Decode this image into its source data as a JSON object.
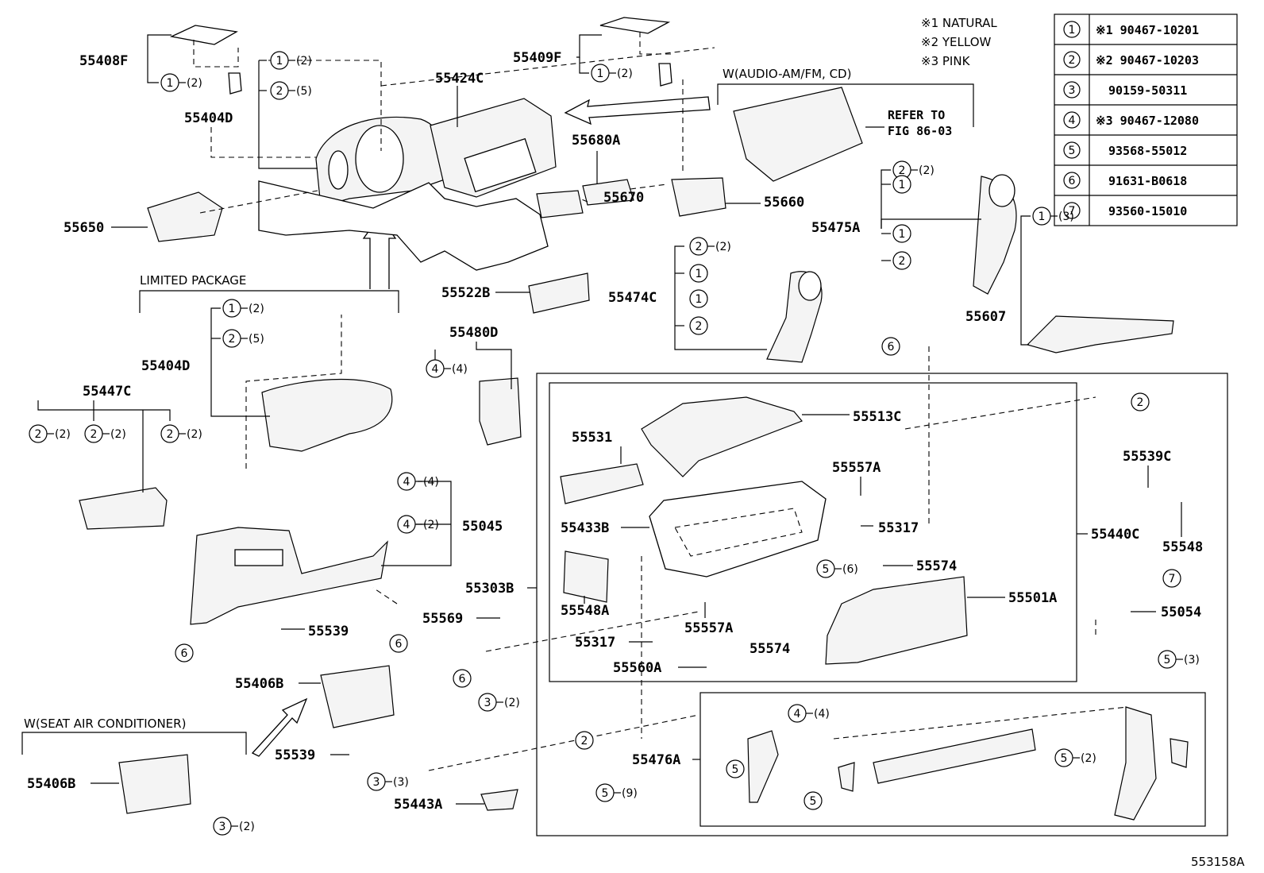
{
  "diagram_id": "553158A",
  "notes": [
    {
      "id": "note-natural",
      "text": "※1 NATURAL"
    },
    {
      "id": "note-yellow",
      "text": "※2 YELLOW"
    },
    {
      "id": "note-pink",
      "text": "※3 PINK"
    }
  ],
  "fastener_table": [
    {
      "ref": "1",
      "part": "※1 90467-10201"
    },
    {
      "ref": "2",
      "part": "※2 90467-10203"
    },
    {
      "ref": "3",
      "part": "90159-50311"
    },
    {
      "ref": "4",
      "part": "※3 90467-12080"
    },
    {
      "ref": "5",
      "part": "93568-55012"
    },
    {
      "ref": "6",
      "part": "91631-B0618"
    },
    {
      "ref": "7",
      "part": "93560-15010"
    }
  ],
  "group_labels": {
    "audio": "W(AUDIO-AM/FM, CD)",
    "limited": "LIMITED PACKAGE",
    "seat_ac": "W(SEAT AIR CONDITIONER)",
    "refer_1": "REFER TO",
    "refer_2": "FIG 86-03"
  },
  "part_numbers": [
    "55408F",
    "55404D",
    "55650",
    "55424C",
    "55409F",
    "55680A",
    "55670",
    "55660",
    "55475A",
    "55474C",
    "55522B",
    "55607",
    "55404D",
    "55447C",
    "55480D",
    "55045",
    "55513C",
    "55531",
    "55557A",
    "55433B",
    "55317",
    "55440C",
    "55539C",
    "55548",
    "55548A",
    "55574",
    "55501A",
    "55303B",
    "55569",
    "55539",
    "55557A",
    "55054",
    "55317",
    "55574",
    "55560A",
    "55406B",
    "55539",
    "55406B",
    "55476A",
    "55443A"
  ],
  "callouts": [
    {
      "ref": "1",
      "qty": "(2)"
    },
    {
      "ref": "1",
      "qty": "(2)"
    },
    {
      "ref": "2",
      "qty": "(5)"
    },
    {
      "ref": "1",
      "qty": "(2)"
    },
    {
      "ref": "2",
      "qty": "(2)"
    },
    {
      "ref": "1",
      "qty": ""
    },
    {
      "ref": "1",
      "qty": ""
    },
    {
      "ref": "2",
      "qty": ""
    },
    {
      "ref": "2",
      "qty": "(2)"
    },
    {
      "ref": "1",
      "qty": ""
    },
    {
      "ref": "1",
      "qty": ""
    },
    {
      "ref": "2",
      "qty": ""
    },
    {
      "ref": "1",
      "qty": "(3)"
    },
    {
      "ref": "1",
      "qty": "(2)"
    },
    {
      "ref": "2",
      "qty": "(5)"
    },
    {
      "ref": "6",
      "qty": ""
    },
    {
      "ref": "4",
      "qty": "(4)"
    },
    {
      "ref": "2",
      "qty": "(2)"
    },
    {
      "ref": "2",
      "qty": "(2)"
    },
    {
      "ref": "2",
      "qty": "(2)"
    },
    {
      "ref": "4",
      "qty": "(4)"
    },
    {
      "ref": "4",
      "qty": "(2)"
    },
    {
      "ref": "2",
      "qty": ""
    },
    {
      "ref": "5",
      "qty": "(6)"
    },
    {
      "ref": "7",
      "qty": ""
    },
    {
      "ref": "6",
      "qty": ""
    },
    {
      "ref": "6",
      "qty": ""
    },
    {
      "ref": "6",
      "qty": ""
    },
    {
      "ref": "3",
      "qty": "(2)"
    },
    {
      "ref": "5",
      "qty": "(3)"
    },
    {
      "ref": "2",
      "qty": ""
    },
    {
      "ref": "4",
      "qty": "(4)"
    },
    {
      "ref": "5",
      "qty": ""
    },
    {
      "ref": "5",
      "qty": ""
    },
    {
      "ref": "5",
      "qty": "(2)"
    },
    {
      "ref": "3",
      "qty": "(3)"
    },
    {
      "ref": "5",
      "qty": "(9)"
    },
    {
      "ref": "3",
      "qty": "(2)"
    }
  ]
}
